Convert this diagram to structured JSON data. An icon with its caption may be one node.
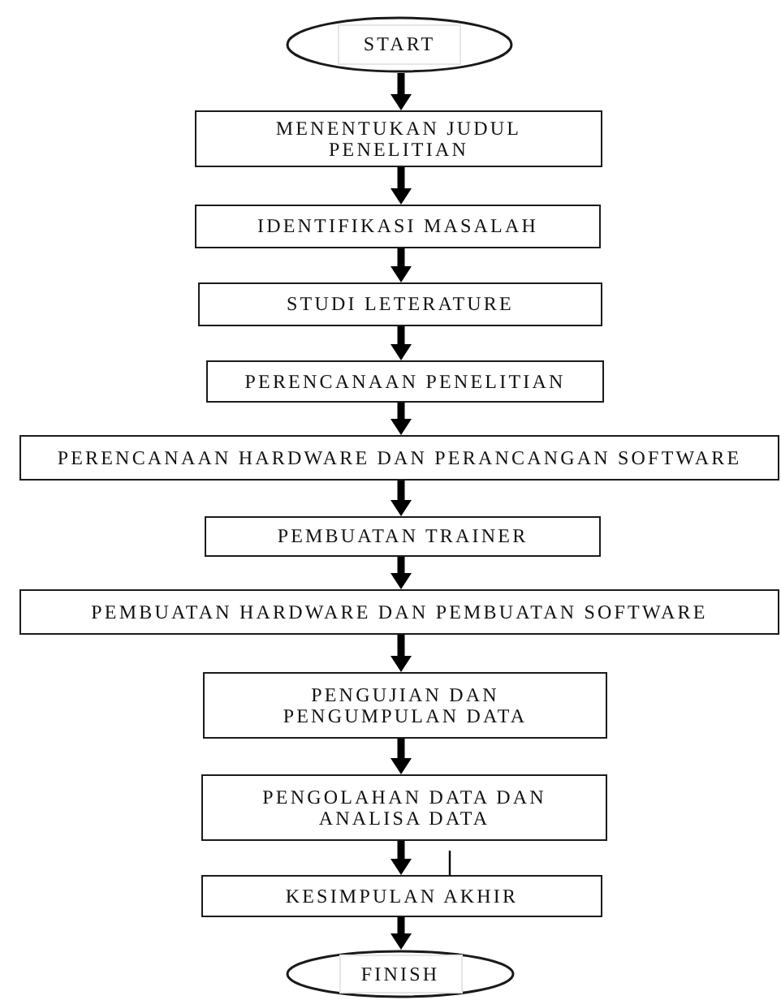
{
  "diagram": {
    "nodes": [
      {
        "text": [
          "START"
        ]
      },
      {
        "text": [
          "MENENTUKAN JUDUL PENELITIAN"
        ]
      },
      {
        "text": [
          "IDENTIFIKASI MASALAH"
        ]
      },
      {
        "text": [
          "STUDI LETERATURE"
        ]
      },
      {
        "text": [
          "PERENCANAAN PENELITIAN"
        ]
      },
      {
        "text": [
          "PERENCANAAN HARDWARE DAN PERANCANGAN SOFTWARE"
        ]
      },
      {
        "text": [
          "PEMBUATAN TRAINER"
        ]
      },
      {
        "text": [
          "PEMBUATAN HARDWARE DAN PEMBUATAN SOFTWARE"
        ]
      },
      {
        "text": [
          "PENGUJIAN DAN PENGUMPULAN DATA"
        ]
      },
      {
        "text": [
          "PENGOLAHAN DATA DAN ANALISA DATA"
        ]
      },
      {
        "text": [
          "KESIMPULAN AKHIR"
        ]
      },
      {
        "text": [
          "FINISH"
        ]
      }
    ],
    "edges": [
      {
        "from": 0,
        "to": 1,
        "arrow": "to",
        "style": "thick"
      },
      {
        "from": 1,
        "to": 2,
        "arrow": "to",
        "style": "thick"
      },
      {
        "from": 2,
        "to": 3,
        "arrow": "to",
        "style": "thick"
      },
      {
        "from": 3,
        "to": 4,
        "arrow": "to",
        "style": "thick"
      },
      {
        "from": 4,
        "to": 5,
        "arrow": "to",
        "style": "thick"
      },
      {
        "from": 5,
        "to": 6,
        "arrow": "to",
        "style": "thick"
      },
      {
        "from": 6,
        "to": 7,
        "arrow": "to",
        "style": "thick"
      },
      {
        "from": 7,
        "to": 8,
        "arrow": "to",
        "style": "thick"
      },
      {
        "from": 8,
        "to": 9,
        "arrow": "to",
        "style": "thick"
      },
      {
        "from": 9,
        "to": 10,
        "arrow": "to",
        "style": "thick"
      },
      {
        "from": 10,
        "to": 11,
        "arrow": "to",
        "style": "thick"
      },
      {
        "from": null,
        "to": 10,
        "arrow": "none"
      }
    ]
  }
}
